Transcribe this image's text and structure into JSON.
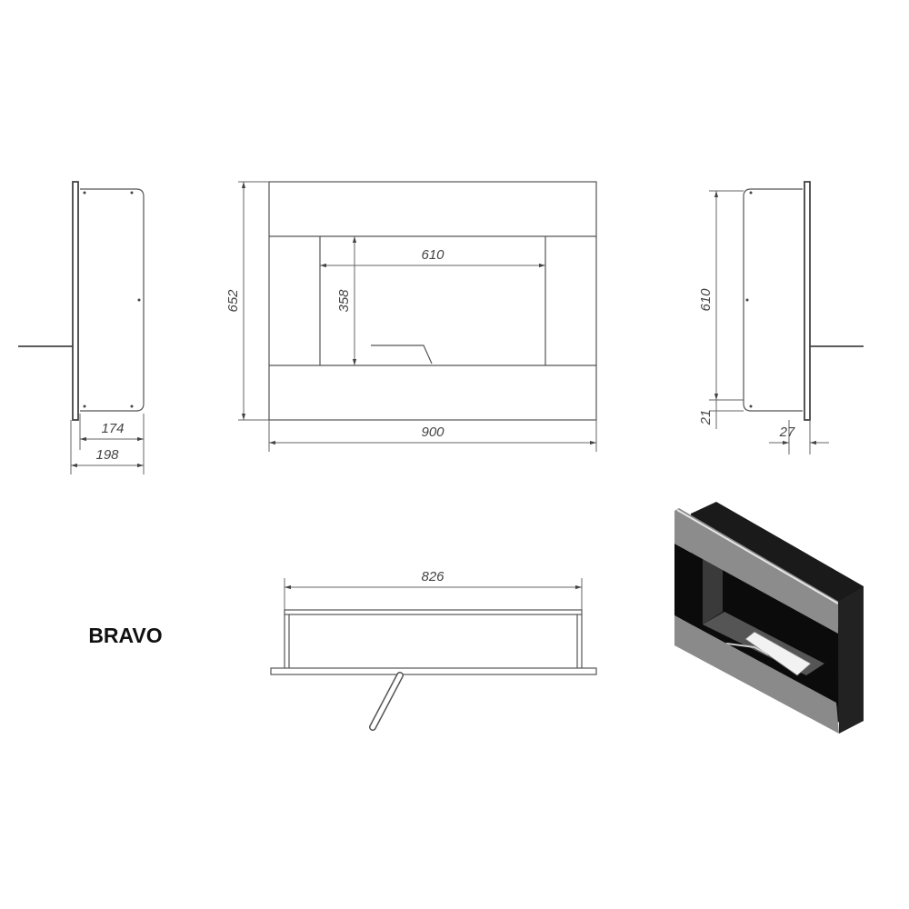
{
  "product_name": "BRAVO",
  "colors": {
    "line": "#555555",
    "render_dark": "#111111",
    "render_steel": "#8c8c8c"
  },
  "side_view_left": {
    "depth_body": "174",
    "depth_total": "198"
  },
  "front_view": {
    "height": "652",
    "width": "900",
    "opening_width": "610",
    "opening_height": "358"
  },
  "side_view_right": {
    "body_height": "610",
    "bottom_offset": "21",
    "frame_depth": "27"
  },
  "top_view": {
    "width": "826"
  }
}
